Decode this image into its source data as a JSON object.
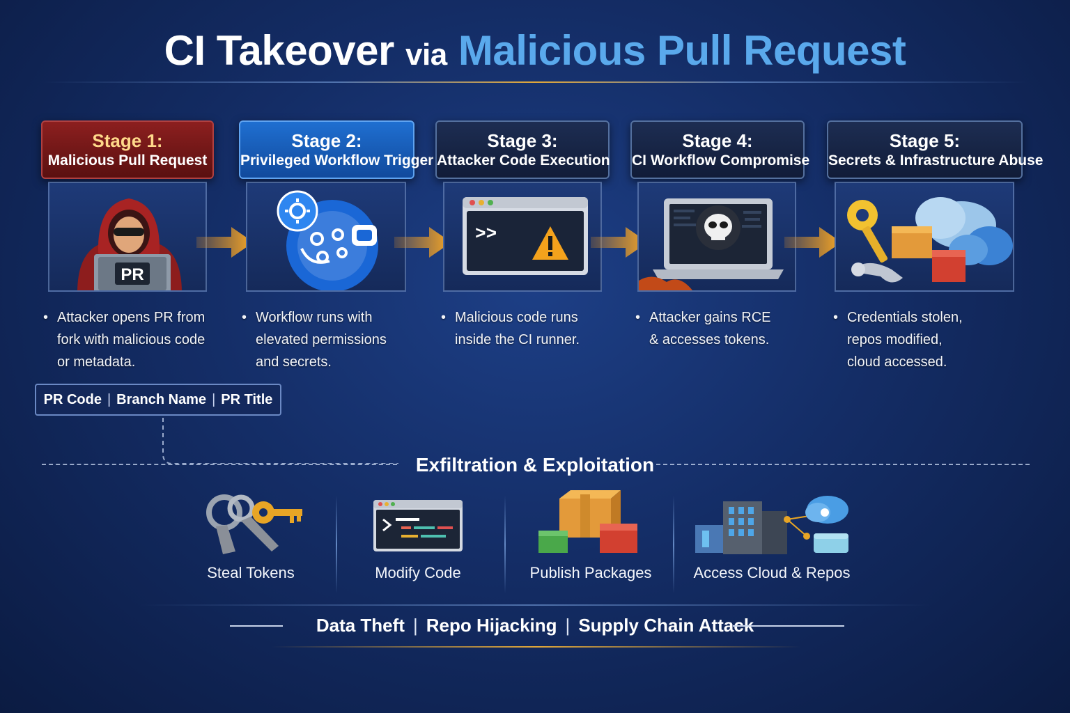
{
  "title": {
    "part1": "CI Takeover",
    "part2": "via",
    "part3": "Malicious Pull Request"
  },
  "stages": [
    {
      "number": "Stage 1:",
      "name": "Malicious Pull Request",
      "icon": "hooded-hacker-laptop-icon",
      "laptop_label": "PR",
      "desc": [
        "Attacker opens PR from",
        "fork with malicious code",
        "or metadata."
      ]
    },
    {
      "number": "Stage 2:",
      "name": "Privileged Workflow Trigger",
      "icon": "workflow-gear-icon",
      "desc": [
        "Workflow runs with",
        "elevated permissions",
        "and secrets."
      ]
    },
    {
      "number": "Stage 3:",
      "name": "Attacker Code Execution",
      "icon": "terminal-warning-icon",
      "terminal_prompt": ">>",
      "desc": [
        "Malicious code runs",
        "inside the CI runner."
      ]
    },
    {
      "number": "Stage 4:",
      "name": "CI Workflow Compromise",
      "icon": "skull-laptop-icon",
      "desc": [
        "Attacker gains RCE",
        "& accesses tokens."
      ]
    },
    {
      "number": "Stage 5:",
      "name": "Secrets & Infrastructure Abuse",
      "icon": "key-packages-cloud-icon",
      "desc": [
        "Credentials stolen,",
        "repos modified,",
        "cloud accessed."
      ]
    }
  ],
  "pr_metadata": [
    "PR Code",
    "Branch Name",
    "PR Title"
  ],
  "exfiltration": {
    "title": "Exfiltration & Exploitation",
    "items": [
      {
        "label": "Steal Tokens",
        "icon": "keys-icon"
      },
      {
        "label": "Modify Code",
        "icon": "code-editor-icon"
      },
      {
        "label": "Publish Packages",
        "icon": "packages-icon"
      },
      {
        "label": "Access Cloud & Repos",
        "icon": "building-cloud-icon"
      }
    ]
  },
  "impacts": [
    "Data Theft",
    "Repo Hijacking",
    "Supply Chain Attack"
  ],
  "colors": {
    "background": "#142d66",
    "accent_blue": "#5aa9ec",
    "arrow_orange": "#f39a1e",
    "stage1_red": "#8c1f1f",
    "stage2_blue": "#1f6fd1",
    "gold_line": "#e0a73a"
  }
}
